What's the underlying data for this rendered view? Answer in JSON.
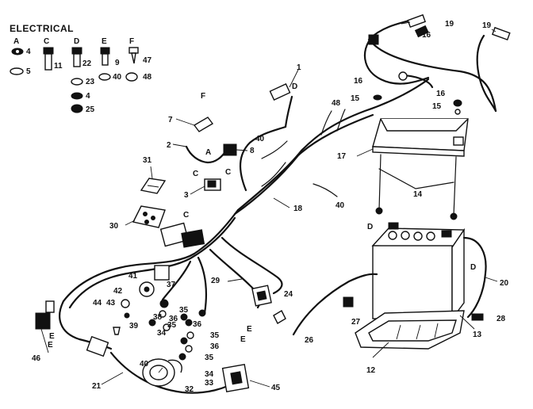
{
  "title": "ELECTRICAL",
  "legend": [
    {
      "letter": "A",
      "numbers": [
        "4",
        "5"
      ]
    },
    {
      "letter": "C",
      "numbers": [
        "11"
      ]
    },
    {
      "letter": "D",
      "numbers": [
        "22",
        "23",
        "4",
        "25"
      ]
    },
    {
      "letter": "E",
      "numbers": [
        "9",
        "40"
      ]
    },
    {
      "letter": "F",
      "numbers": [
        "47",
        "48"
      ]
    }
  ],
  "callouts": {
    "n1": "1",
    "n2": "2",
    "n3": "3",
    "n7": "7",
    "n8": "8",
    "n12": "12",
    "n13": "13",
    "n14": "14",
    "n15a": "15",
    "n15b": "15",
    "n16a": "16",
    "n16b": "16",
    "n17": "17",
    "n18": "18",
    "n19a": "19",
    "n19b": "19",
    "n20": "20",
    "n21": "21",
    "n24": "24",
    "n26": "26",
    "n27": "27",
    "n28": "28",
    "n29": "29",
    "n30": "30",
    "n31": "31",
    "n32": "32",
    "n33": "33",
    "n34a": "34",
    "n34b": "34",
    "n35a": "35",
    "n35b": "35",
    "n35c": "35",
    "n35d": "35",
    "n36a": "36",
    "n36b": "36",
    "n36c": "36",
    "n37": "37",
    "n38": "38",
    "n39": "39",
    "n40a": "40",
    "n40b": "40",
    "n40c": "40",
    "n41": "41",
    "n42": "42",
    "n43": "43",
    "n44": "44",
    "n45": "45",
    "n46": "46",
    "n48": "48",
    "l_a1": "A",
    "l_c1": "C",
    "l_c2": "C",
    "l_c3": "C",
    "l_d1": "D",
    "l_d2": "D",
    "l_d3": "D",
    "l_e1": "E",
    "l_e2": "E",
    "l_e3": "E",
    "l_e4": "E",
    "l_f1": "F"
  }
}
